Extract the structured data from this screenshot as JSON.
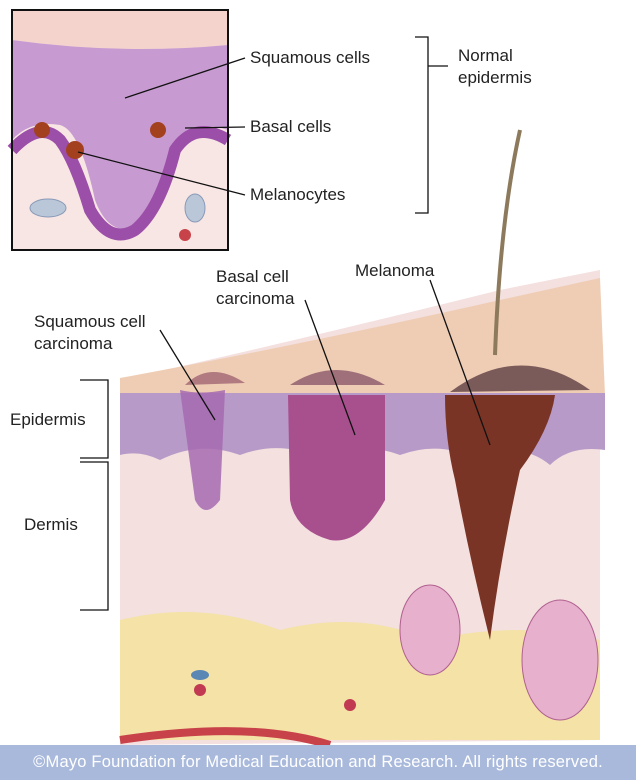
{
  "inset": {
    "labels": {
      "squamous_cells": "Squamous cells",
      "basal_cells": "Basal cells",
      "melanocytes": "Melanocytes"
    },
    "bracket_label_line1": "Normal",
    "bracket_label_line2": "epidermis"
  },
  "main": {
    "squamous_carcinoma_line1": "Squamous cell",
    "squamous_carcinoma_line2": "carcinoma",
    "basal_carcinoma_line1": "Basal cell",
    "basal_carcinoma_line2": "carcinoma",
    "melanoma": "Melanoma",
    "epidermis": "Epidermis",
    "dermis": "Dermis"
  },
  "footer": "©Mayo Foundation for Medical Education and Research.  All rights reserved.",
  "colors": {
    "footer_bg": "#a9b9dc",
    "epidermis": "#b89ac8",
    "dermis": "#f3e0df",
    "fat": "#f4e2a6",
    "melanoma": "#7a3426",
    "basal_carcinoma": "#a8508e"
  }
}
